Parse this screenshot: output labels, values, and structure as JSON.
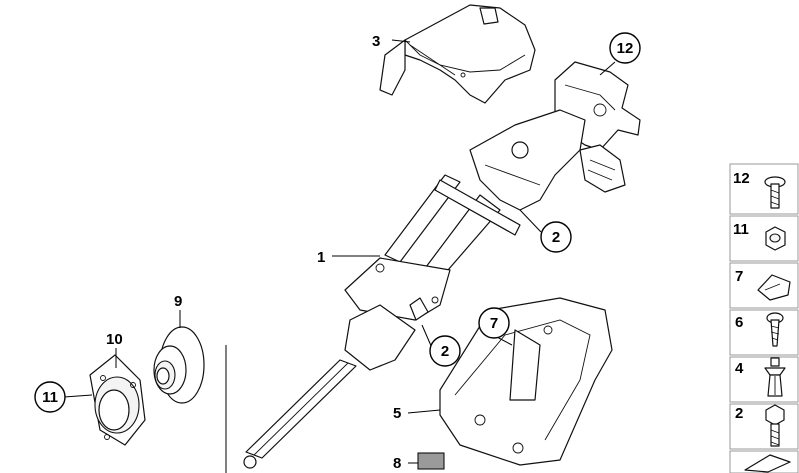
{
  "callouts": {
    "c1": "1",
    "c2a": "2",
    "c2b": "2",
    "c3": "3",
    "c5": "5",
    "c7": "7",
    "c8": "8",
    "c9": "9",
    "c10": "10",
    "c11": "11",
    "c12": "12"
  },
  "side_panel": {
    "items": [
      {
        "label": "12",
        "icon": "bolt-icon"
      },
      {
        "label": "11",
        "icon": "hex-nut-icon"
      },
      {
        "label": "7",
        "icon": "clip-nut-icon"
      },
      {
        "label": "6",
        "icon": "screw-icon"
      },
      {
        "label": "4",
        "icon": "expanding-rivet-icon"
      },
      {
        "label": "2",
        "icon": "hex-bolt-icon"
      },
      {
        "label": "",
        "icon": "wedge-icon"
      }
    ]
  }
}
